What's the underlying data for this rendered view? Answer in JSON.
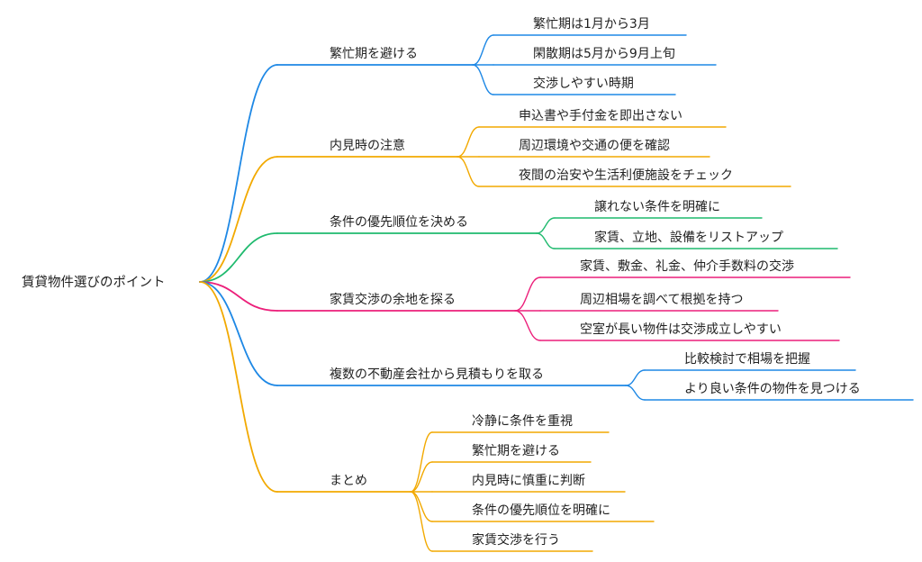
{
  "root": "賃貸物件選びのポイント",
  "branches": [
    {
      "label": "繁忙期を避ける",
      "color": "#1e88e5",
      "children": [
        "繁忙期は1月から3月",
        "閑散期は5月から9月上旬",
        "交渉しやすい時期"
      ]
    },
    {
      "label": "内見時の注意",
      "color": "#f2a900",
      "children": [
        "申込書や手付金を即出さない",
        "周辺環境や交通の便を確認",
        "夜間の治安や生活利便施設をチェック"
      ]
    },
    {
      "label": "条件の優先順位を決める",
      "color": "#1fba6e",
      "children": [
        "譲れない条件を明確に",
        "家賃、立地、設備をリストアップ"
      ]
    },
    {
      "label": "家賃交渉の余地を探る",
      "color": "#ec1f7a",
      "children": [
        "家賃、敷金、礼金、仲介手数料の交渉",
        "周辺相場を調べて根拠を持つ",
        "空室が長い物件は交渉成立しやすい"
      ]
    },
    {
      "label": "複数の不動産会社から見積もりを取る",
      "color": "#1e88e5",
      "children": [
        "比較検討で相場を把握",
        "より良い条件の物件を見つける"
      ]
    },
    {
      "label": "まとめ",
      "color": "#f2a900",
      "children": [
        "冷静に条件を重視",
        "繁忙期を避ける",
        "内見時に慎重に判断",
        "条件の優先順位を明確に",
        "家賃交渉を行う"
      ]
    }
  ]
}
